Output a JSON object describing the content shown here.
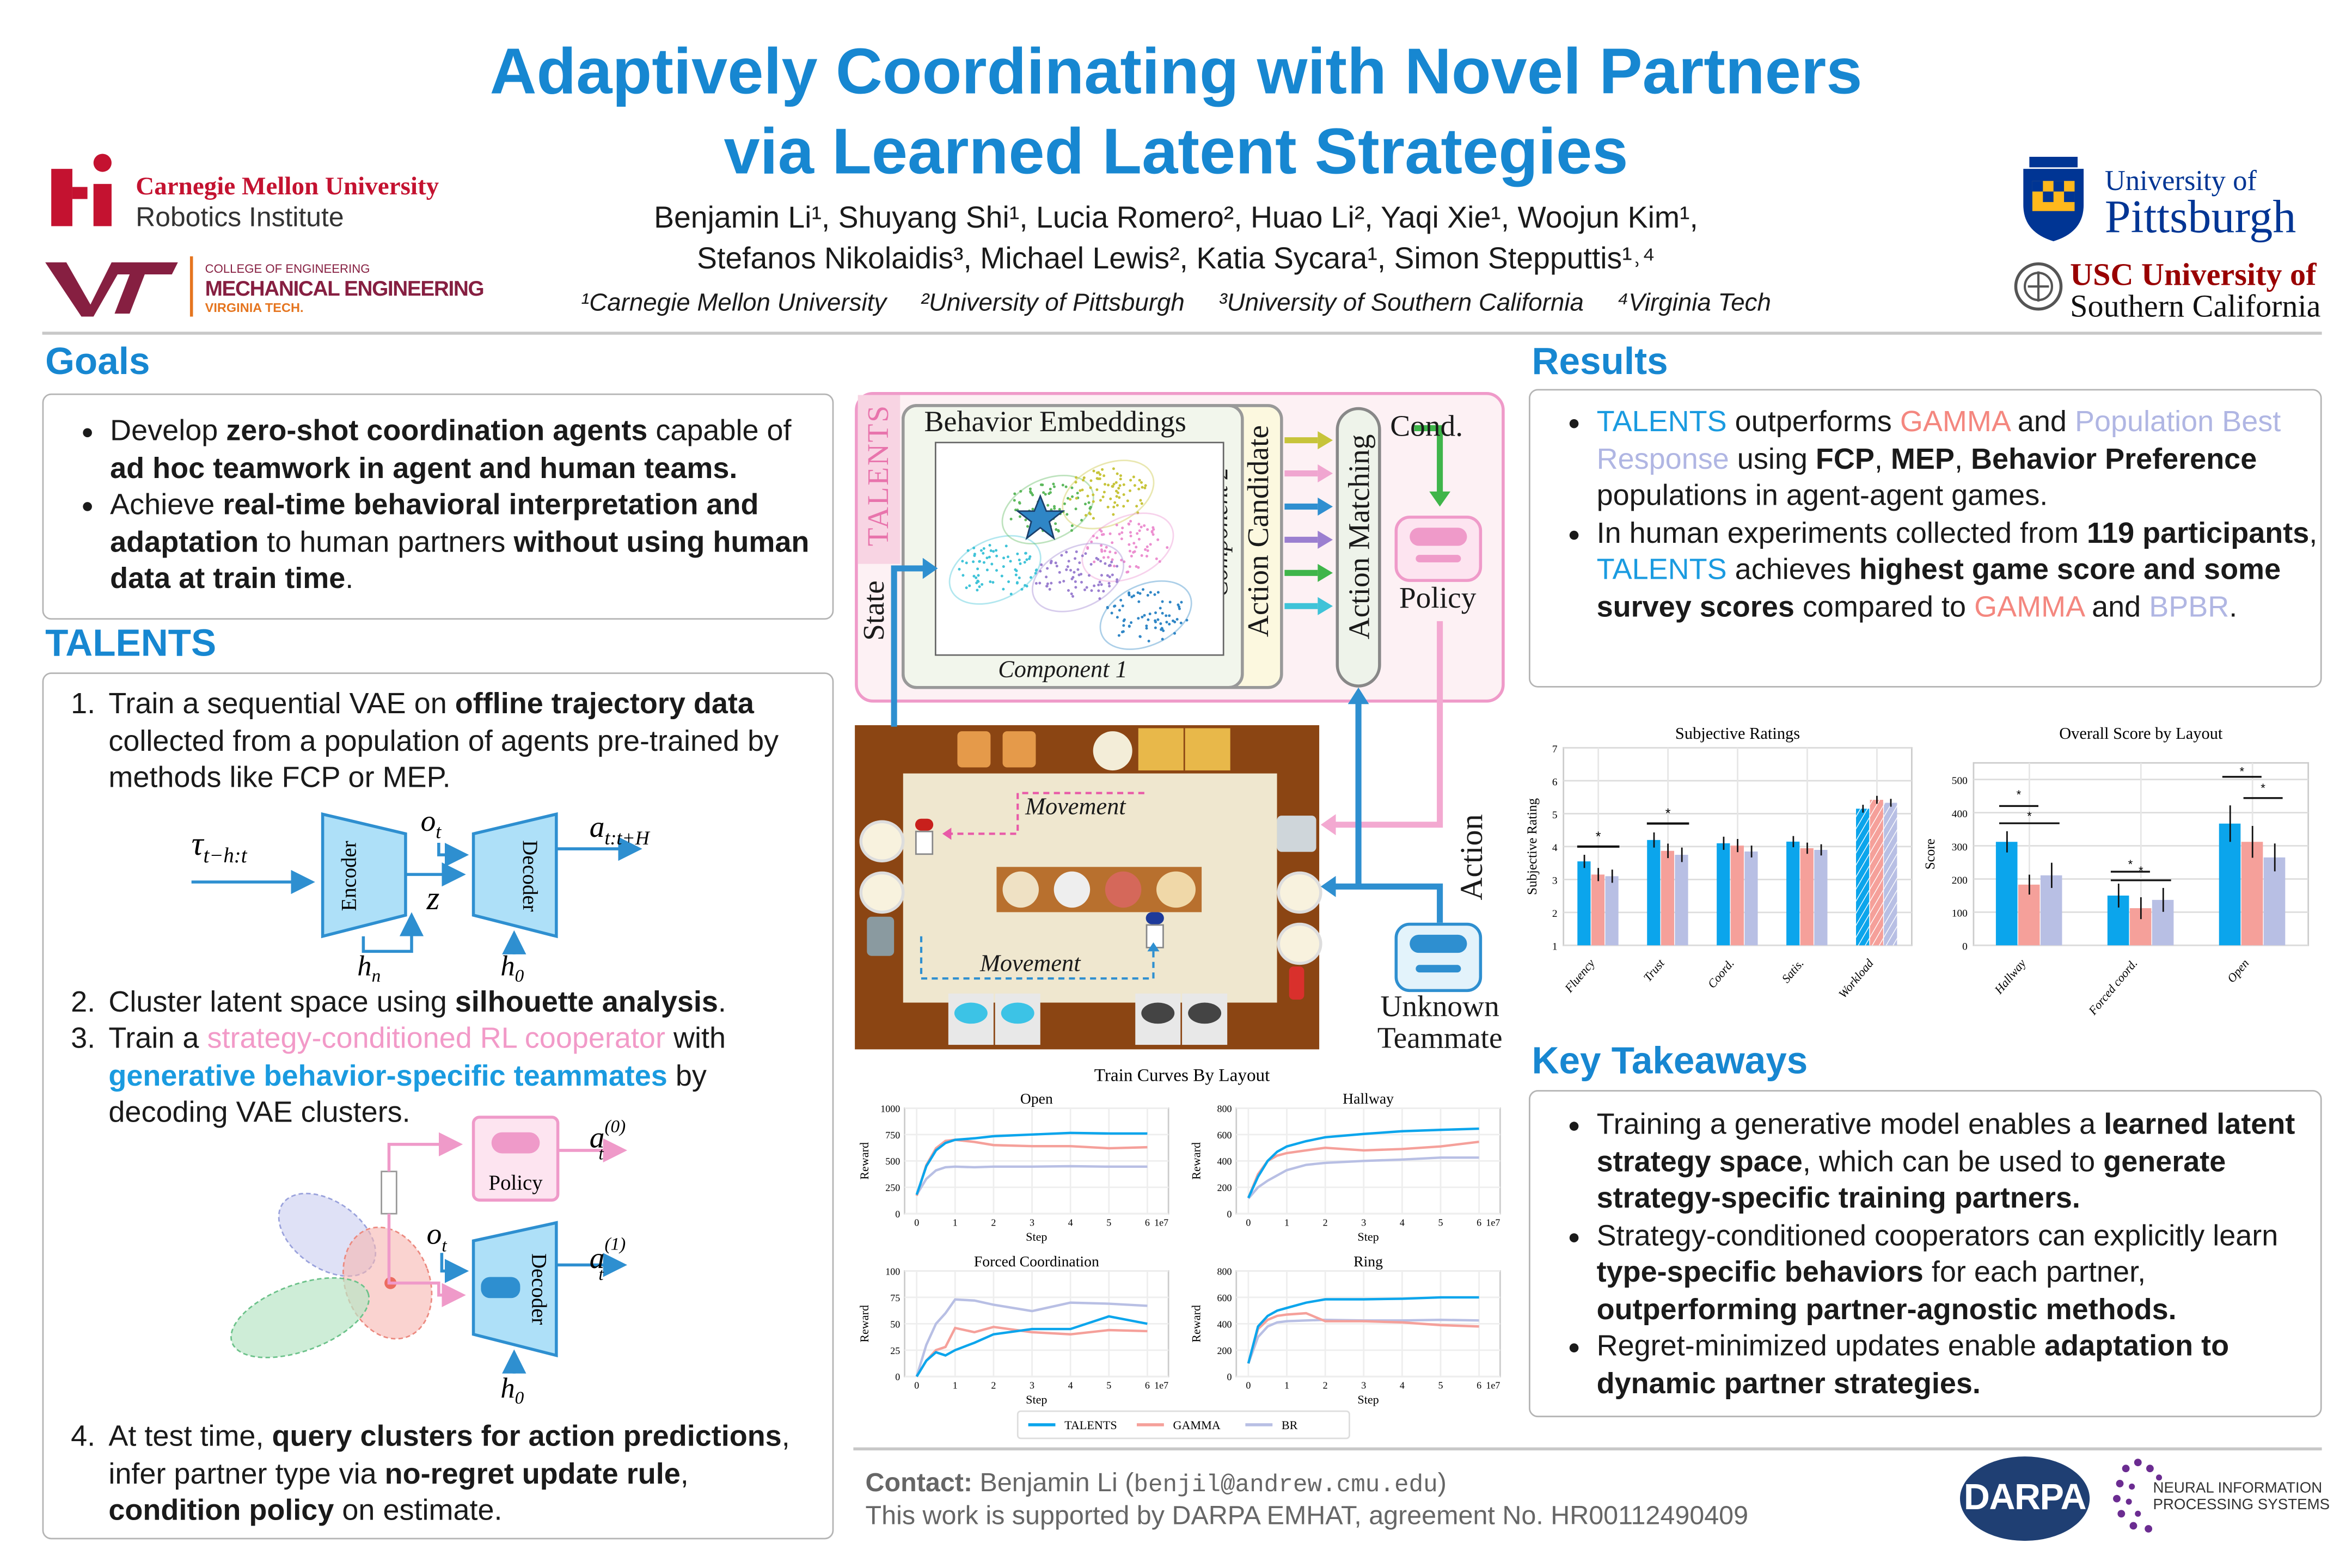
{
  "header": {
    "title_line1": "Adaptively Coordinating with Novel Partners",
    "title_line2": "via Learned Latent Strategies",
    "authors_line1": "Benjamin Li¹, Shuyang Shi¹, Lucia Romero², Huao Li², Yaqi Xie¹, Woojun Kim¹,",
    "authors_line2": "Stefanos Nikolaidis³, Michael Lewis², Katia Sycara¹, Simon Stepputtis¹˒⁴",
    "affiliations": [
      "¹Carnegie Mellon University",
      "²University of Pittsburgh",
      "³University of Southern California",
      "⁴Virginia Tech"
    ]
  },
  "logos": {
    "cmu_name": "Carnegie Mellon University",
    "cmu_sub": "Robotics Institute",
    "vt_college": "COLLEGE OF ENGINEERING",
    "vt_dept": "MECHANICAL ENGINEERING",
    "vt_name": "VIRGINIA TECH.",
    "pitt_1": "University of",
    "pitt_2": "Pittsburgh",
    "usc_1": "USC University of",
    "usc_2": "Southern California",
    "darpa": "DARPA",
    "neurips_1": "NEURAL INFORMATION",
    "neurips_2": "PROCESSING SYSTEMS"
  },
  "goals": {
    "heading": "Goals",
    "items": [
      [
        {
          "t": "Develop "
        },
        {
          "t": "zero-shot coordination agents",
          "b": true
        },
        {
          "t": " capable of "
        },
        {
          "t": "ad hoc teamwork in agent and human teams.",
          "b": true
        }
      ],
      [
        {
          "t": "Achieve "
        },
        {
          "t": "real-time behavioral interpretation and adaptation",
          "b": true
        },
        {
          "t": " to human partners "
        },
        {
          "t": "without using human data at train time",
          "b": true
        },
        {
          "t": "."
        }
      ]
    ]
  },
  "talents": {
    "heading": "TALENTS",
    "numbers": [
      "1.",
      "2.",
      "3.",
      "4."
    ],
    "step1": [
      {
        "t": "Train a sequential VAE on "
      },
      {
        "t": "offline trajectory data",
        "b": true
      },
      {
        "t": " collected from a population of agents pre-trained by methods like FCP or MEP."
      }
    ],
    "step2": [
      {
        "t": "Cluster latent space using "
      },
      {
        "t": "silhouette analysis",
        "b": true
      },
      {
        "t": "."
      }
    ],
    "step3": [
      {
        "t": "Train a "
      },
      {
        "t": "strategy-conditioned RL cooperator",
        "c": "#f29ac8"
      },
      {
        "t": " with "
      },
      {
        "t": "generative behavior-specific teammates",
        "b": true,
        "c": "#1a9be0"
      },
      {
        "t": " by decoding VAE clusters."
      }
    ],
    "step4": [
      {
        "t": "At test time, "
      },
      {
        "t": "query clusters for action predictions",
        "b": true
      },
      {
        "t": ", infer partner type via "
      },
      {
        "t": "no-regret update rule",
        "b": true
      },
      {
        "t": ", "
      },
      {
        "t": "condition policy",
        "b": true
      },
      {
        "t": " on estimate."
      }
    ],
    "vae": {
      "input": "τ",
      "input_sub": "t−h:t",
      "encoder": "Encoder",
      "decoder": "Decoder",
      "z": "z",
      "obs": "o",
      "obs_sub": "t",
      "hn": "h",
      "hn_sub": "n",
      "h0": "h",
      "h0_sub": "0",
      "out": "a",
      "out_sub": "t:t+H"
    },
    "coop": {
      "policy": "Policy",
      "decoder": "Decoder",
      "obs": "o",
      "obs_sub": "t",
      "a0": "a",
      "a0_sup": "(0)",
      "a0_sub": "t",
      "a1": "a",
      "a1_sup": "(1)",
      "a1_sub": "t",
      "h0": "h",
      "h0_sub": "0"
    }
  },
  "framework": {
    "tab": "TALENTS",
    "embeddings": "Behavior Embeddings",
    "comp1": "Component 1",
    "comp2": "Component 2",
    "candidate": "Action Candidate",
    "matching": "Action Matching",
    "cond": "Cond.",
    "policy": "Policy",
    "state": "State",
    "movement_1": "Movement",
    "movement_2": "Movement",
    "action": "Action",
    "teammate_1": "Unknown",
    "teammate_2": "Teammate",
    "cluster_colors": [
      "#3fc3d8",
      "#5cb85c",
      "#c7c43a",
      "#ec8fd0",
      "#9b7fd0",
      "#2f86c6"
    ],
    "arrow_colors": [
      "#c7c43a",
      "#f0a6d0",
      "#2f8fd0",
      "#9b7fd0",
      "#3fb54a",
      "#3fc3d8"
    ]
  },
  "results": {
    "heading": "Results",
    "items": [
      [
        {
          "t": "TALENTS",
          "c": "#1a9be0"
        },
        {
          "t": " outperforms "
        },
        {
          "t": "GAMMA",
          "c": "#f4877f"
        },
        {
          "t": " and "
        },
        {
          "t": "Population Best Response",
          "c": "#b0b6e3"
        },
        {
          "t": " using "
        },
        {
          "t": "FCP",
          "b": true
        },
        {
          "t": ", "
        },
        {
          "t": "MEP",
          "b": true
        },
        {
          "t": ", "
        },
        {
          "t": "Behavior Preference",
          "b": true
        },
        {
          "t": " populations in agent-agent games."
        }
      ],
      [
        {
          "t": "In human experiments collected from "
        },
        {
          "t": "119 participants",
          "b": true
        },
        {
          "t": ", "
        },
        {
          "t": "TALENTS",
          "c": "#1a9be0"
        },
        {
          "t": " achieves "
        },
        {
          "t": "highest game score and some survey scores",
          "b": true
        },
        {
          "t": " compared to "
        },
        {
          "t": "GAMMA",
          "c": "#f4877f"
        },
        {
          "t": " and "
        },
        {
          "t": "BPBR",
          "c": "#b0b6e3"
        },
        {
          "t": "."
        }
      ]
    ]
  },
  "takeaways": {
    "heading": "Key Takeaways",
    "items": [
      [
        {
          "t": "Training a generative model enables a "
        },
        {
          "t": "learned latent strategy space",
          "b": true
        },
        {
          "t": ", which can be used to "
        },
        {
          "t": "generate strategy-specific training partners.",
          "b": true
        }
      ],
      [
        {
          "t": "Strategy-conditioned cooperators can explicitly learn "
        },
        {
          "t": "type-specific behaviors",
          "b": true
        },
        {
          "t": " for each partner, "
        },
        {
          "t": "outperforming partner-agnostic methods.",
          "b": true
        }
      ],
      [
        {
          "t": "Regret-minimized updates enable "
        },
        {
          "t": "adaptation to dynamic partner strategies.",
          "b": true
        }
      ]
    ]
  },
  "footer": {
    "contact_label": "Contact:",
    "contact_name": " Benjamin Li (",
    "contact_email": "benjil@andrew.cmu.edu",
    "contact_close": ")",
    "support": "This work is supported by DARPA EMHAT, agreement No. HR00112490409"
  },
  "colors": {
    "talents": "#0ba5ec",
    "gamma": "#f5a09a",
    "br": "#b8bfe4"
  },
  "chart_data": [
    {
      "type": "bar",
      "id": "subjective",
      "title": "Subjective Ratings",
      "ylabel": "Subjective Rating",
      "xlabel": "",
      "categories": [
        "Fluency",
        "Trust",
        "Coord.",
        "Satis.",
        "Workload"
      ],
      "ylim": [
        1,
        7
      ],
      "yticks": [
        "1",
        "2",
        "3",
        "4",
        "5",
        "6",
        "7"
      ],
      "series": [
        {
          "name": "TALENTS",
          "values": [
            3.55,
            4.2,
            4.1,
            4.15,
            5.15
          ],
          "err": [
            0.2,
            0.23,
            0.2,
            0.17,
            0.12
          ]
        },
        {
          "name": "GAMMA",
          "values": [
            3.15,
            3.87,
            4.03,
            3.95,
            5.42
          ],
          "err": [
            0.2,
            0.22,
            0.2,
            0.17,
            0.12
          ]
        },
        {
          "name": "BR",
          "values": [
            3.1,
            3.75,
            3.85,
            3.9,
            5.33
          ],
          "err": [
            0.2,
            0.22,
            0.18,
            0.17,
            0.12
          ]
        }
      ],
      "hatched_category": "Workload",
      "significance": [
        "*",
        "*"
      ]
    },
    {
      "type": "bar",
      "id": "overall",
      "title": "Overall Score by Layout",
      "ylabel": "Score",
      "xlabel": "",
      "categories": [
        "Hallway",
        "Forced coord.",
        "Open"
      ],
      "ylim": [
        0,
        550
      ],
      "yticks": [
        "0",
        "100",
        "200",
        "300",
        "400",
        "500"
      ],
      "series": [
        {
          "name": "TALENTS",
          "values": [
            312,
            150,
            367
          ],
          "err": [
            32,
            36,
            55
          ]
        },
        {
          "name": "GAMMA",
          "values": [
            183,
            112,
            312
          ],
          "err": [
            30,
            33,
            48
          ]
        },
        {
          "name": "BR",
          "values": [
            211,
            137,
            265
          ],
          "err": [
            38,
            36,
            42
          ]
        }
      ],
      "significance": [
        "*",
        "*",
        "*",
        "*",
        "*",
        "*"
      ]
    },
    {
      "type": "line",
      "id": "train",
      "title": "Train Curves By Layout",
      "xlabel": "Step",
      "ylabel": "Reward",
      "x_scale": "1e7",
      "x": [
        0,
        0.25,
        0.5,
        0.75,
        1,
        1.5,
        2,
        3,
        4,
        5,
        6
      ],
      "xticks": [
        "0",
        "1",
        "2",
        "3",
        "4",
        "5",
        "6"
      ],
      "legend": [
        "TALENTS",
        "GAMMA",
        "BR"
      ],
      "panels": [
        {
          "title": "Open",
          "ylim": [
            0,
            1000
          ],
          "yticks": [
            "0",
            "250",
            "500",
            "750",
            "1000"
          ],
          "series": [
            {
              "name": "TALENTS",
              "values": [
                180,
                450,
                600,
                670,
                700,
                715,
                735,
                750,
                765,
                760,
                760
              ]
            },
            {
              "name": "GAMMA",
              "values": [
                170,
                460,
                620,
                690,
                700,
                680,
                650,
                640,
                640,
                620,
                630
              ]
            },
            {
              "name": "BR",
              "values": [
                180,
                330,
                410,
                440,
                445,
                440,
                445,
                445,
                450,
                445,
                445
              ]
            }
          ]
        },
        {
          "title": "Hallway",
          "ylim": [
            0,
            800
          ],
          "yticks": [
            "0",
            "200",
            "400",
            "600",
            "800"
          ],
          "series": [
            {
              "name": "TALENTS",
              "values": [
                120,
                280,
                400,
                470,
                510,
                550,
                580,
                605,
                625,
                635,
                645
              ]
            },
            {
              "name": "GAMMA",
              "values": [
                120,
                300,
                400,
                440,
                460,
                480,
                500,
                480,
                490,
                510,
                545
              ]
            },
            {
              "name": "BR",
              "values": [
                115,
                200,
                250,
                290,
                330,
                370,
                385,
                400,
                410,
                425,
                425
              ]
            }
          ]
        },
        {
          "title": "Forced Coordination",
          "ylim": [
            0,
            100
          ],
          "yticks": [
            "0",
            "25",
            "50",
            "75",
            "100"
          ],
          "series": [
            {
              "name": "TALENTS",
              "values": [
                0,
                15,
                23,
                20,
                25,
                32,
                40,
                45,
                45,
                57,
                50
              ]
            },
            {
              "name": "GAMMA",
              "values": [
                0,
                15,
                25,
                28,
                46,
                42,
                47,
                42,
                40,
                44,
                43
              ]
            },
            {
              "name": "BR",
              "values": [
                0,
                30,
                50,
                60,
                73,
                72,
                68,
                62,
                70,
                69,
                67
              ]
            }
          ]
        },
        {
          "title": "Ring",
          "ylim": [
            0,
            800
          ],
          "yticks": [
            "0",
            "200",
            "400",
            "600",
            "800"
          ],
          "series": [
            {
              "name": "TALENTS",
              "values": [
                100,
                380,
                460,
                500,
                520,
                560,
                585,
                585,
                590,
                600,
                600
              ]
            },
            {
              "name": "GAMMA",
              "values": [
                100,
                360,
                430,
                460,
                470,
                480,
                420,
                420,
                410,
                390,
                380
              ]
            },
            {
              "name": "BR",
              "values": [
                100,
                300,
                380,
                410,
                420,
                425,
                430,
                425,
                425,
                430,
                425
              ]
            }
          ]
        }
      ]
    }
  ]
}
